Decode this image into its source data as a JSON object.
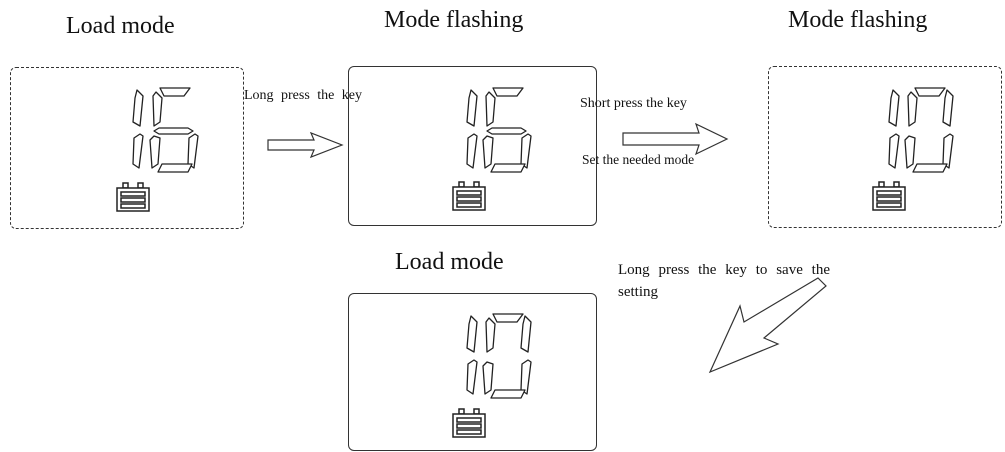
{
  "steps": [
    {
      "title": "Load mode",
      "digits": [
        "1",
        "6"
      ]
    },
    {
      "title": "Mode flashing",
      "digits": [
        "1",
        "6"
      ]
    },
    {
      "title": "Mode flashing",
      "digits": [
        "1",
        "0"
      ]
    },
    {
      "title": "Load mode",
      "digits": [
        "1",
        "0"
      ]
    }
  ],
  "transitions": {
    "long_press": "Long press the key",
    "short_press": "Short press the key",
    "set_mode": "Set the needed mode",
    "save": "Long press the key to save the setting"
  },
  "icons": {
    "battery": "battery-icon",
    "arrow": "hollow-arrow"
  }
}
